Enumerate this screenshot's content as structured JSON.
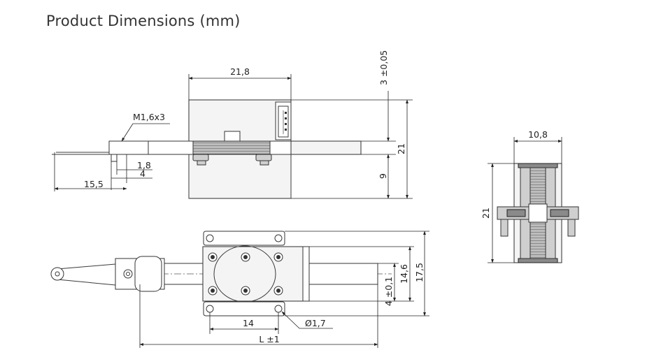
{
  "title": "Product Dimensions (mm)",
  "top_view": {
    "width_label": "21,8",
    "top_offset_label": "3 ±0,05",
    "height_label": "21",
    "lower_label": "9",
    "thread_label": "M1,6x3",
    "small_label_a": "1,8",
    "small_label_b": "4",
    "left_label": "15,5"
  },
  "side_view": {
    "width_label": "10,8",
    "height_label": "21"
  },
  "plan_view": {
    "hole_spacing_label": "14",
    "hole_diameter_label": "Ø1,7",
    "length_label": "L ±1",
    "rail_offset_label": "4 ±0,1",
    "inner_height_label": "14,6",
    "outer_height_label": "17,5"
  }
}
